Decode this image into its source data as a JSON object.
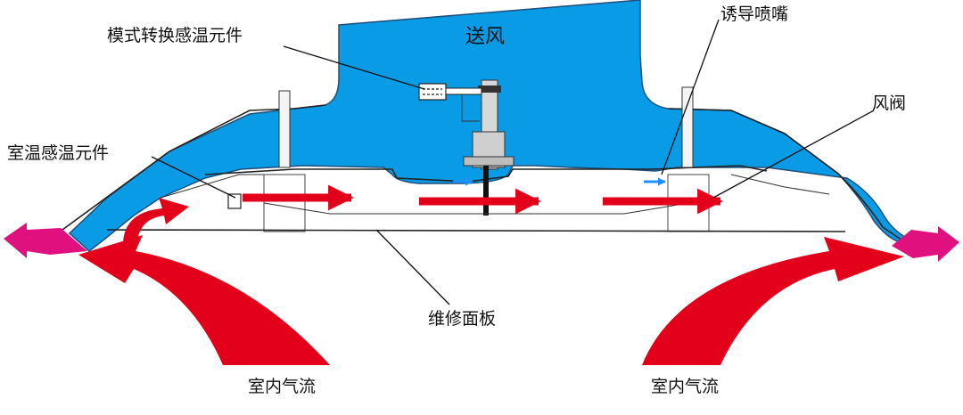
{
  "labels": {
    "supply_air": "送风",
    "mode_switch_element": "模式转换感温元件",
    "induction_nozzle": "诱导喷嘴",
    "air_damper": "风阀",
    "room_temp_element": "室温感温元件",
    "service_panel": "维修面板",
    "indoor_airflow_left": "室内气流",
    "indoor_airflow_right": "室内气流"
  },
  "colors": {
    "supply_blue": "#0a9be6",
    "airflow_red": "#e3001b",
    "outlet_magenta": "#e0107f",
    "nozzle_jet": "#1e90ff",
    "outline": "#222222"
  }
}
